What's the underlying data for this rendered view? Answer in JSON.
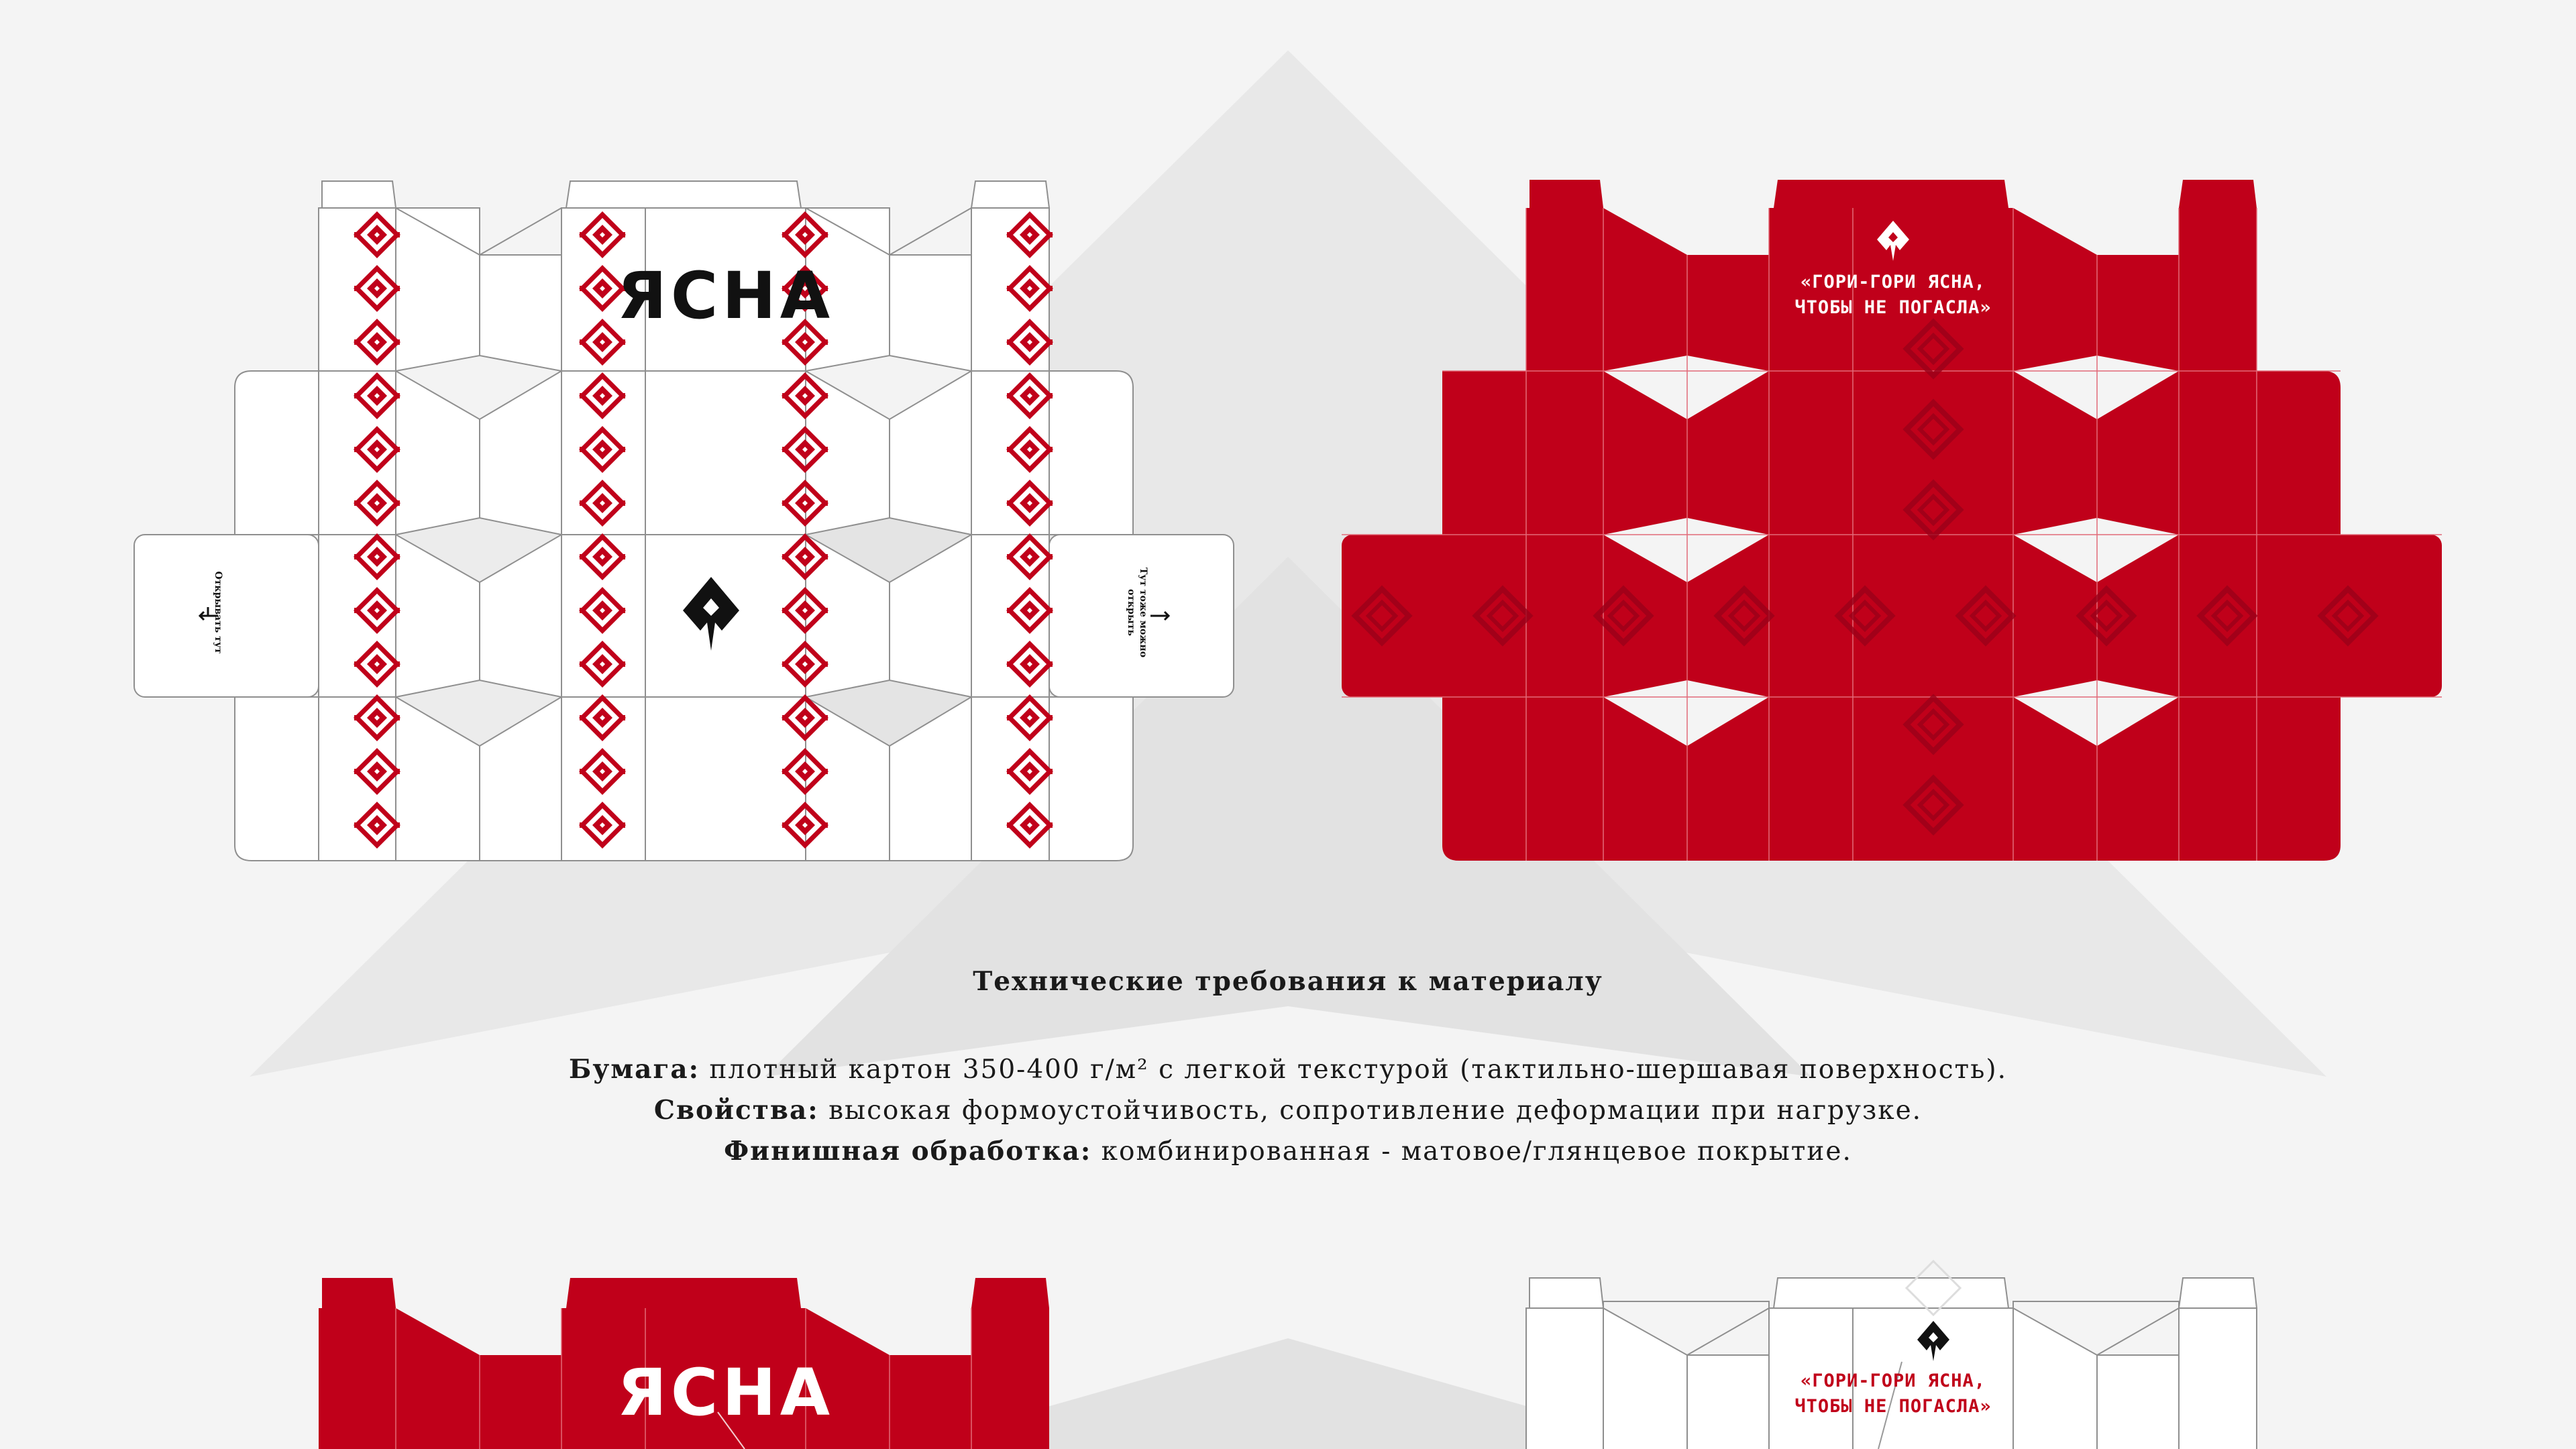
{
  "brand": {
    "name": "ЯСНА"
  },
  "slogan": {
    "line1": "«ГОРИ-ГОРИ ЯСНА,",
    "line2": "ЧТОБЫ НЕ ПОГАСЛА»"
  },
  "side_labels": {
    "left": "Открывать тут",
    "right_line1": "Тут тоже можно",
    "right_line2": "открыть"
  },
  "tech": {
    "title": "Технические требования к материалу",
    "paper_label": "Бумага:",
    "paper_text": " плотный картон 350-400 г/м² с легкой текстурой (тактильно-шершавая поверхность).",
    "props_label": "Свойства:",
    "props_text": " высокая формоустойчивость, сопротивление деформации при нагрузке.",
    "finish_label": "Финишная обработка:",
    "finish_text": " комбинированная - матовое/глянцевое покрытие."
  },
  "icons": [
    "ornament-pattern-icon",
    "flame-logo-icon",
    "arrow-left-icon",
    "arrow-right-icon"
  ],
  "colors": {
    "brand_red": "#c0001a",
    "background": "#f4f4f4",
    "background_shape": "#e7e7e7",
    "ink": "#111111",
    "ornament_dark": "#8a0016"
  }
}
